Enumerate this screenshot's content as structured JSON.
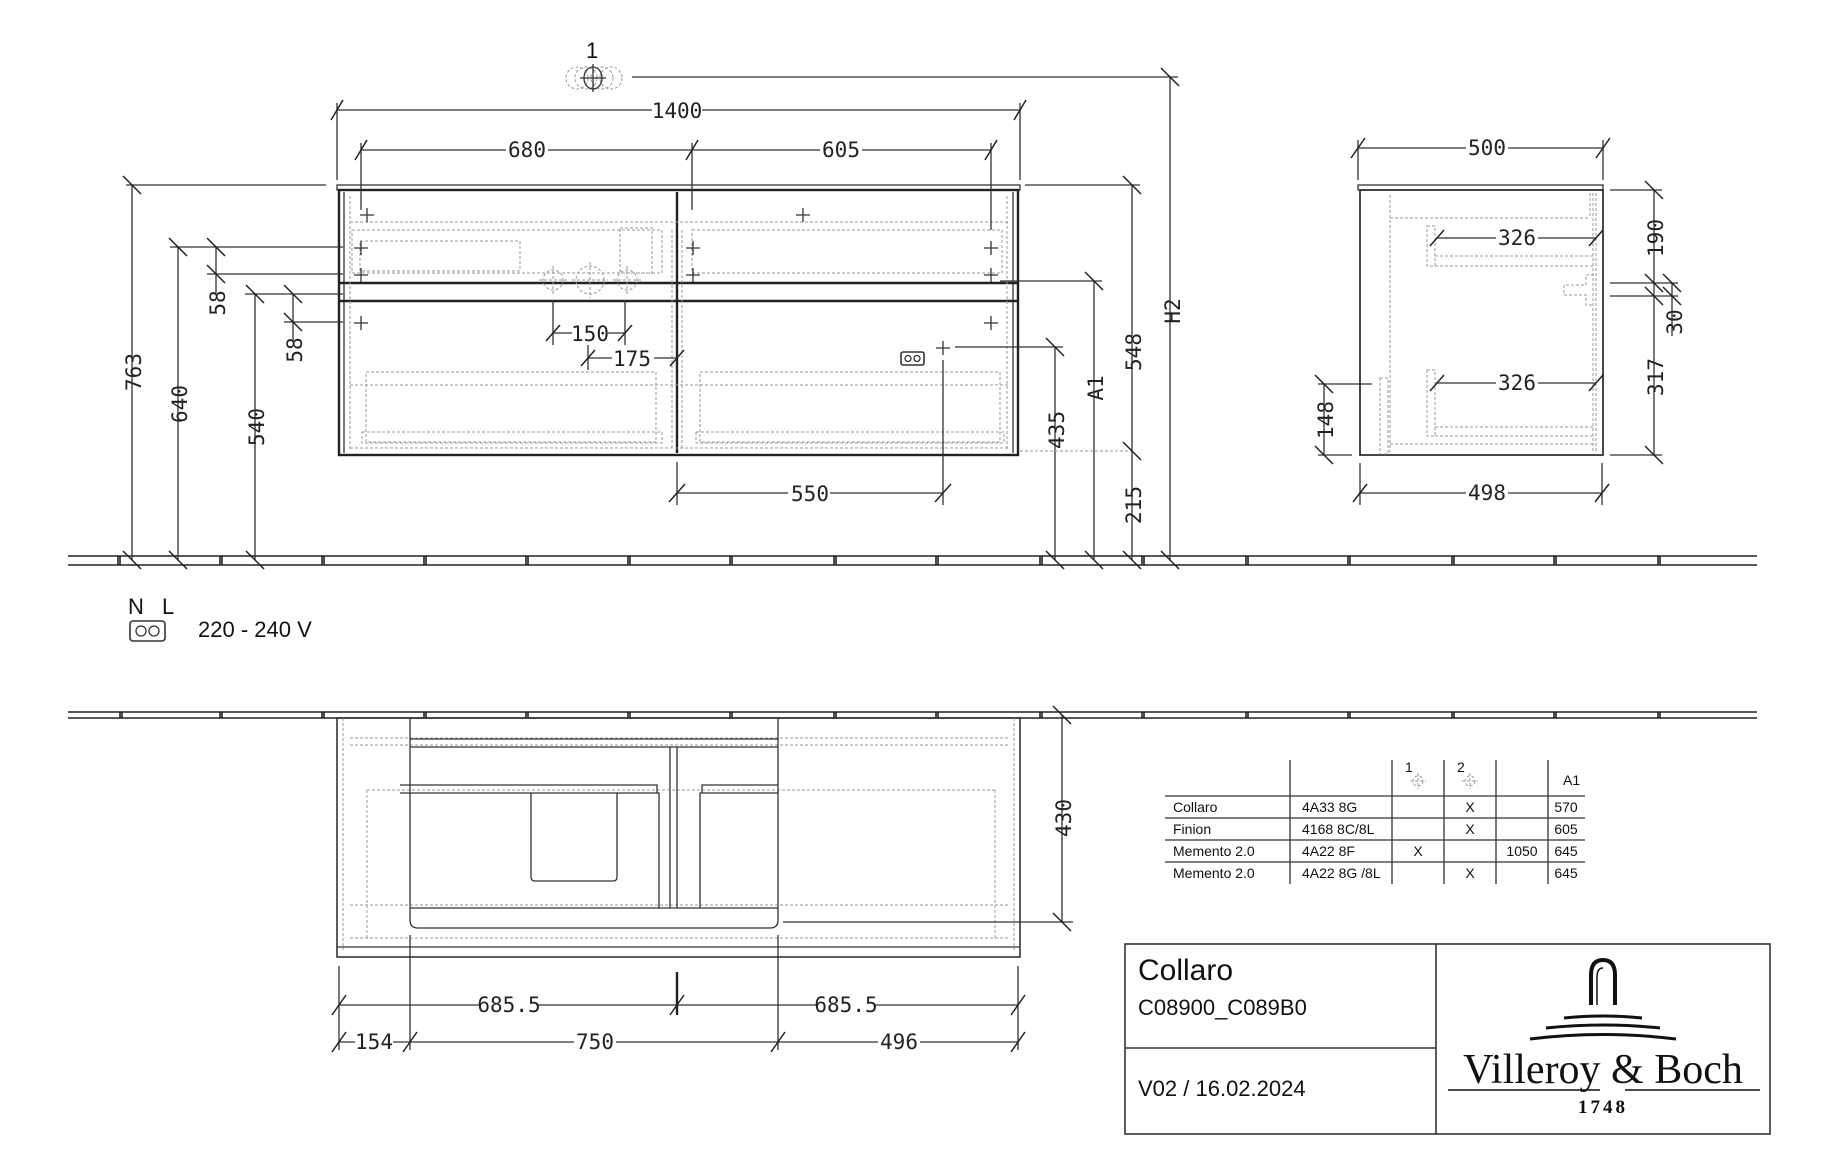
{
  "front_view": {
    "fixture_marker": "1",
    "dimensions": {
      "overall_width": "1400",
      "left_basin_offset": "680",
      "right_section": "605",
      "height_763": "763",
      "height_640": "640",
      "height_540": "540",
      "spacing_58_upper": "58",
      "spacing_58_lower": "58",
      "tap_spacing": "150",
      "drain_offset": "175",
      "socket_offset": "550",
      "height_435": "435",
      "height_a1": "A1",
      "height_548": "548",
      "height_215": "215",
      "height_h2": "H2"
    }
  },
  "side_view": {
    "dimensions": {
      "top_depth": "500",
      "bottom_depth": "498",
      "upper_drawer_depth": "326",
      "lower_drawer_depth": "326",
      "top_to_pipe": "190",
      "pipe_height": "30",
      "pipe_to_bottom": "317",
      "bottom_offset": "148"
    }
  },
  "electrical_legend": {
    "neutral_label": "N",
    "live_label": "L",
    "voltage": "220 - 240 V"
  },
  "plan_view": {
    "dimensions": {
      "depth": "430",
      "left_half": "685.5",
      "right_half": "685.5",
      "left_margin": "154",
      "basin_width": "750",
      "right_margin": "496"
    }
  },
  "compatibility_table": {
    "headers": [
      "",
      "",
      "1",
      "2",
      "",
      "A1"
    ],
    "rows": [
      {
        "series": "Collaro",
        "code": "4A33 8G",
        "pos1": "",
        "pos2": "X",
        "extra": "",
        "a1": "570"
      },
      {
        "series": "Finion",
        "code": "4168 8C/8L",
        "pos1": "",
        "pos2": "X",
        "extra": "",
        "a1": "605"
      },
      {
        "series": "Memento 2.0",
        "code": "4A22 8F",
        "pos1": "X",
        "pos2": "",
        "extra": "1050",
        "a1": "645"
      },
      {
        "series": "Memento 2.0",
        "code": "4A22 8G /8L",
        "pos1": "",
        "pos2": "X",
        "extra": "",
        "a1": "645"
      }
    ]
  },
  "title_block": {
    "product_name": "Collaro",
    "product_code": "C08900_C089B0",
    "version_date": "V02 / 16.02.2024",
    "brand_name": "Villeroy & Boch",
    "brand_year": "1748"
  },
  "colors": {
    "line": "#333333",
    "hidden_line": "#9a9a9a",
    "background": "#ffffff"
  }
}
